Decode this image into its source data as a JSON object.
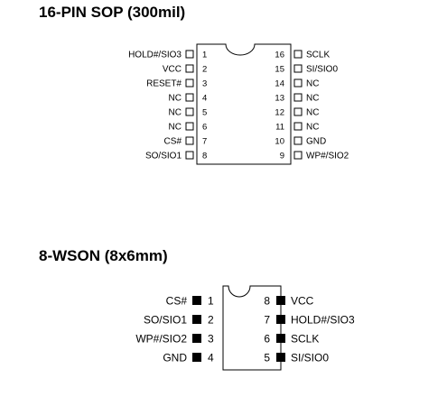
{
  "sop": {
    "title": "16-PIN SOP (300mil)",
    "left_pins": [
      {
        "number": "1",
        "name": "HOLD#/SIO3"
      },
      {
        "number": "2",
        "name": "VCC"
      },
      {
        "number": "3",
        "name": "RESET#"
      },
      {
        "number": "4",
        "name": "NC"
      },
      {
        "number": "5",
        "name": "NC"
      },
      {
        "number": "6",
        "name": "NC"
      },
      {
        "number": "7",
        "name": "CS#"
      },
      {
        "number": "8",
        "name": "SO/SIO1"
      }
    ],
    "right_pins": [
      {
        "number": "16",
        "name": "SCLK"
      },
      {
        "number": "15",
        "name": "SI/SIO0"
      },
      {
        "number": "14",
        "name": "NC"
      },
      {
        "number": "13",
        "name": "NC"
      },
      {
        "number": "12",
        "name": "NC"
      },
      {
        "number": "11",
        "name": "NC"
      },
      {
        "number": "10",
        "name": "GND"
      },
      {
        "number": "9",
        "name": "WP#/SIO2"
      }
    ]
  },
  "wson": {
    "title": "8-WSON (8x6mm)",
    "left_pins": [
      {
        "number": "1",
        "name": "CS#"
      },
      {
        "number": "2",
        "name": "SO/SIO1"
      },
      {
        "number": "3",
        "name": "WP#/SIO2"
      },
      {
        "number": "4",
        "name": "GND"
      }
    ],
    "right_pins": [
      {
        "number": "8",
        "name": "VCC"
      },
      {
        "number": "7",
        "name": "HOLD#/SIO3"
      },
      {
        "number": "6",
        "name": "SCLK"
      },
      {
        "number": "5",
        "name": "SI/SIO0"
      }
    ]
  }
}
